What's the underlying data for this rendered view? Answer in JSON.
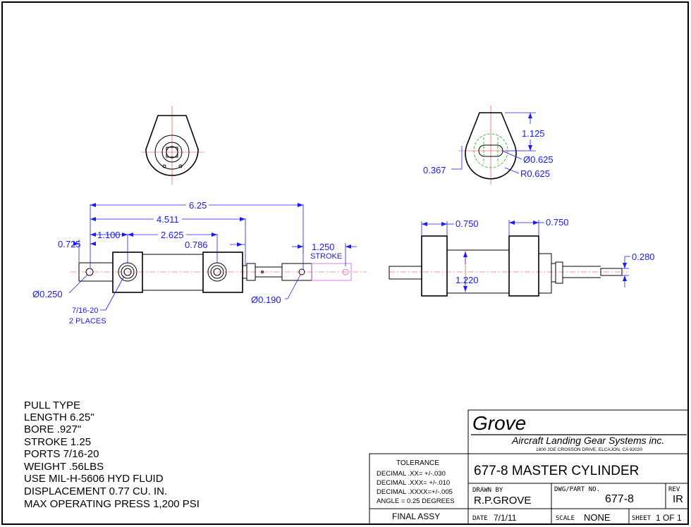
{
  "dimensions": {
    "overall_length": "6.25",
    "mount_span": "4.511",
    "body_width": "2.625",
    "port_offset": "1.100",
    "clevis_offset": "0.725",
    "cap_width": "0.786",
    "stroke_value": "1.250",
    "stroke_label": "STROKE",
    "pin_hole_dia": "Ø0.250",
    "rod_hole_dia": "Ø0.190",
    "port_callout_line1": "7/16-20",
    "port_callout_line2": "2 PLACES",
    "eye_height": "1.125",
    "eye_hole_dia": "Ø0.625",
    "eye_offset": "0.367",
    "eye_radius": "R0.625",
    "side_cap_left": "0.750",
    "side_cap_right": "0.750",
    "rod_dia": "0.280",
    "side_body_height": "1.220"
  },
  "notes": [
    "PULL TYPE",
    "LENGTH 6.25\"",
    "BORE .927\"",
    "STROKE 1.25",
    "PORTS 7/16-20",
    "WEIGHT .56LBS",
    "USE MIL-H-5606 HYD FLUID",
    "DISPLACEMENT 0.77 CU. IN.",
    "MAX OPERATING PRESS 1,200 PSI"
  ],
  "title_block": {
    "logo": "Grove",
    "company": "Aircraft Landing Gear Systems inc.",
    "address": "1800 JOE CROSSON DRIVE, ELCAJON, CA 92020",
    "tolerance_heading": "TOLERANCE",
    "tolerance_lines": [
      "DECIMAL .XX= +/-.030",
      "DECIMAL .XXX= +/-.010",
      "DECIMAL .XXXX=+/-.005",
      "ANGLE = 0.25 DEGREES"
    ],
    "title": "677-8 MASTER CYLINDER",
    "drawn_by_label": "DRAWN BY",
    "drawn_by": "R.P.GROVE",
    "dwg_label": "DWG/PART NO.",
    "dwg_no": "677-8",
    "rev_label": "REV",
    "rev": "IR",
    "assy": "FINAL ASSY",
    "date_label": "DATE",
    "date": "7/1/11",
    "scale_label": "SCALE",
    "scale": "NONE",
    "sheet_label": "SHEET",
    "sheet": "1 OF 1"
  }
}
